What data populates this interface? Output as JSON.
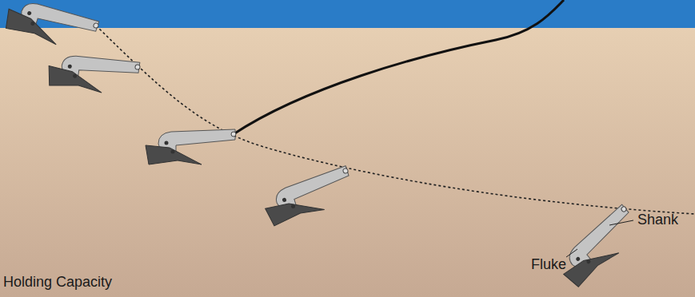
{
  "diagram": {
    "labels": [
      "Shank",
      "Fluke",
      "Holding Capacity"
    ]
  }
}
